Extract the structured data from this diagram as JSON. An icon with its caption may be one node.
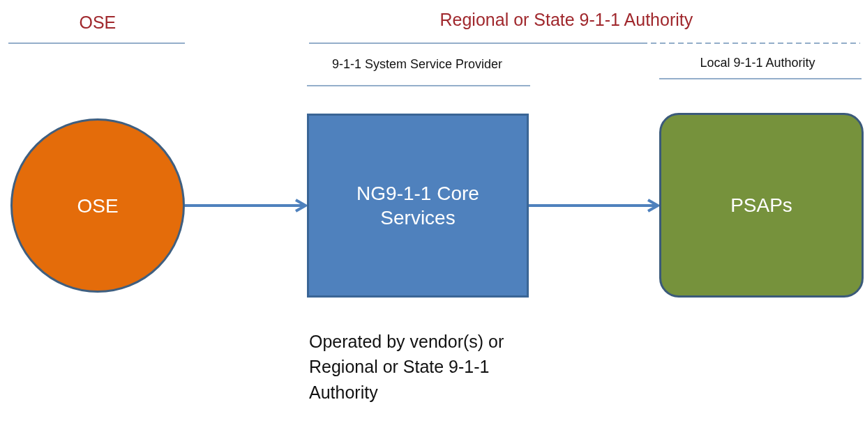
{
  "diagram": {
    "nodes": [
      {
        "text": [
          "OSE"
        ]
      },
      {
        "text": [
          "NG9-1-1 Core Services"
        ],
        "beside": [
          "Operated by vendor(s) or Regional or State 9-1-1 Authority"
        ]
      },
      {
        "text": [
          "PSAPs"
        ]
      }
    ],
    "edges": [
      {
        "from": 0,
        "to": 1,
        "arrow": "to"
      },
      {
        "from": 1,
        "to": 2,
        "arrow": "to"
      }
    ],
    "labels": [
      "OSE",
      "Regional or State 9-1-1 Authority",
      "9-1-1 System Service Provider",
      "Local 9-1-1 Authority"
    ]
  }
}
